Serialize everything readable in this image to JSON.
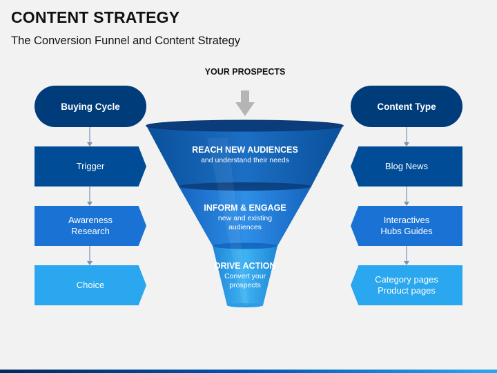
{
  "header": {
    "title": "CONTENT STRATEGY",
    "subtitle": "The Conversion Funnel and Content Strategy"
  },
  "funnel": {
    "top_label": "YOUR PROSPECTS",
    "stages": [
      {
        "title": "REACH NEW AUDIENCES",
        "description": "and understand their needs"
      },
      {
        "title": "INFORM & ENGAGE",
        "description": "new and existing\naudiences"
      },
      {
        "title": "DRIVE ACTION",
        "description": "Convert your\nprospects"
      }
    ]
  },
  "left_column": {
    "header": "Buying Cycle",
    "items": [
      "Trigger",
      "Awareness\nResearch",
      "Choice"
    ]
  },
  "right_column": {
    "header": "Content Type",
    "items": [
      "Blog News",
      "Interactives\nHubs Guides",
      "Category pages\nProduct pages"
    ]
  },
  "colors": {
    "dark_navy": "#003b7a",
    "stage_1": "#004c97",
    "stage_2": "#1a73d4",
    "stage_3": "#2aa7ef",
    "background": "#f2f2f2"
  }
}
